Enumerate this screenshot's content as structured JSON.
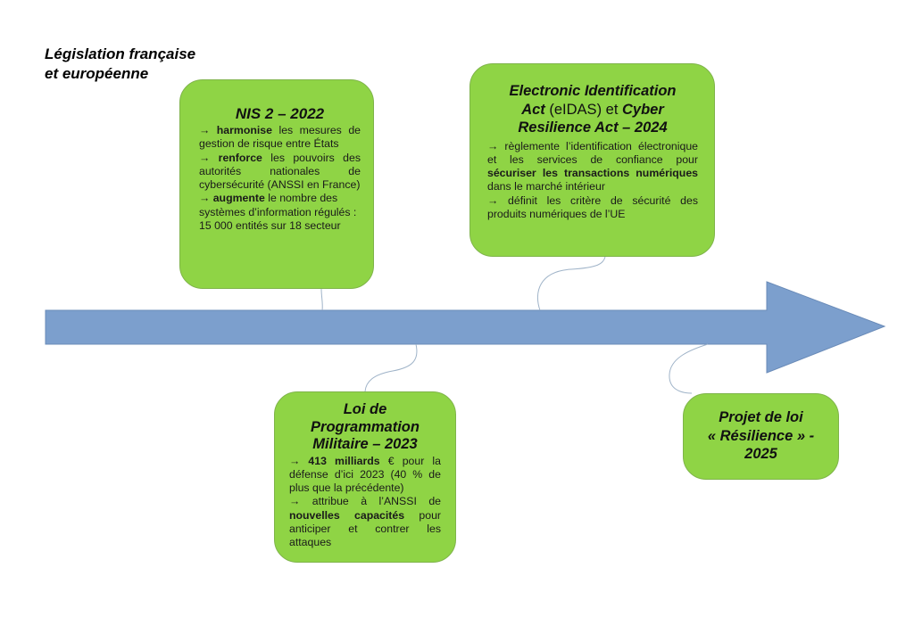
{
  "title": {
    "line1": "Législation française",
    "line2": "et européenne"
  },
  "colors": {
    "box_fill": "#8fd445",
    "box_border": "#7fb44a",
    "arrow_fill": "#7c9fcd",
    "arrow_border": "#6a8bb8",
    "connector": "#9fb3c8"
  },
  "boxes": {
    "nis2": {
      "heading": "NIS 2 – 2022",
      "items": [
        {
          "arrow": "→ ",
          "bold": "harmonise",
          "rest": " les mesures de gestion de risque entre États"
        },
        {
          "arrow": "→ ",
          "bold": "renforce",
          "rest": " les pouvoirs des autorités nationales de cybersécurité (ANSSI en France)"
        },
        {
          "arrow": "→ ",
          "bold": "augmente",
          "rest": " le nombre des systèmes d’information régulés : 15 000 entités sur 18 secteur"
        }
      ]
    },
    "eidas": {
      "heading_line1": "Electronic Identification",
      "heading_line2_a": "Act",
      "heading_line2_b": " (eIDAS) et ",
      "heading_line2_c": "Cyber",
      "heading_line3": "Resilience Act –  2024",
      "item1": {
        "arrow": "→ ",
        "text_a": "règlemente l’identification électronique et les services de confiance pour ",
        "bold": "sécuriser les transactions numériques",
        "text_b": " dans le marché intérieur"
      },
      "item2": {
        "arrow": "→ ",
        "text": "définit les critère de sécurité des produits numériques de l’UE"
      }
    },
    "lpm": {
      "heading_line1": "Loi de",
      "heading_line2": "Programmation",
      "heading_line3": "Militaire – 2023",
      "item1": {
        "arrow": "→ ",
        "bold": "413 milliards",
        "rest": " € pour la défense d’ici 2023 (40 % de plus que la précédente)"
      },
      "item2": {
        "arrow": "→ ",
        "text_a": "attribue à l’ANSSI de ",
        "bold": "nouvelles capacités",
        "text_b": " pour anticiper et contrer les attaques"
      }
    },
    "resilience": {
      "heading_line1": "Projet de loi",
      "heading_line2": "« Résilience » -",
      "heading_line3": "2025"
    }
  }
}
